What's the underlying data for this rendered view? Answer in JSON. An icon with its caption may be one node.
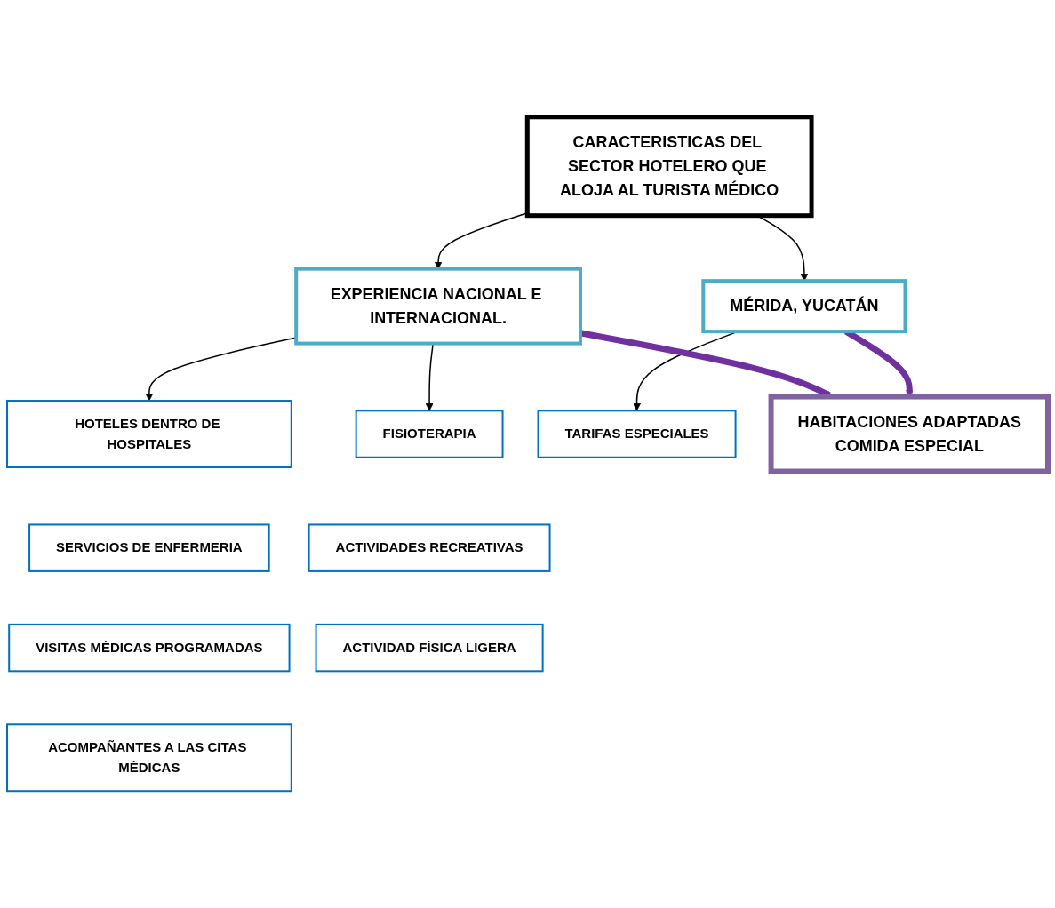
{
  "diagram": {
    "nodes": [
      {
        "text": [
          "CARACTERISTICAS DEL SECTOR HOTELERO QUE ALOJA AL TURISTA MÉDICO"
        ]
      },
      {
        "text": [
          "EXPERIENCIA NACIONAL E INTERNACIONAL."
        ]
      },
      {
        "text": [
          "MÉRIDA, YUCATÁN"
        ]
      },
      {
        "text": [
          "HOTELES DENTRO DE HOSPITALES"
        ]
      },
      {
        "text": [
          "SERVICIOS DE ENFERMERIA"
        ]
      },
      {
        "text": [
          "VISITAS  MÉDICAS PROGRAMADAS"
        ]
      },
      {
        "text": [
          "FISIOTERAPIA"
        ]
      },
      {
        "text": [
          "ACOMPAÑANTES A LAS CITAS MÉDICAS"
        ]
      },
      {
        "text": [
          "ACTIVIDADES RECREATIVAS"
        ]
      },
      {
        "text": [
          "ACTIVIDAD FÍSICA LIGERA"
        ]
      },
      {
        "text": [
          "TARIFAS ESPECIALES"
        ]
      },
      {
        "text": [
          "HABITACIONES ADAPTADAS",
          "COMIDA ESPECIAL"
        ]
      }
    ],
    "edges": [
      {
        "from": 0,
        "to": 1,
        "arrow": "to"
      },
      {
        "from": 0,
        "to": 2,
        "arrow": "to"
      },
      {
        "from": 1,
        "to": 3,
        "arrow": "to"
      },
      {
        "from": 1,
        "to": 6,
        "arrow": "to"
      },
      {
        "from": 2,
        "to": 10,
        "arrow": "to"
      },
      {
        "from": 1,
        "to": 11,
        "arrow": "to",
        "style": "thick",
        "color": "#7030a0"
      },
      {
        "from": 2,
        "to": 11,
        "arrow": "to",
        "style": "thick",
        "color": "#7030a0"
      }
    ]
  }
}
